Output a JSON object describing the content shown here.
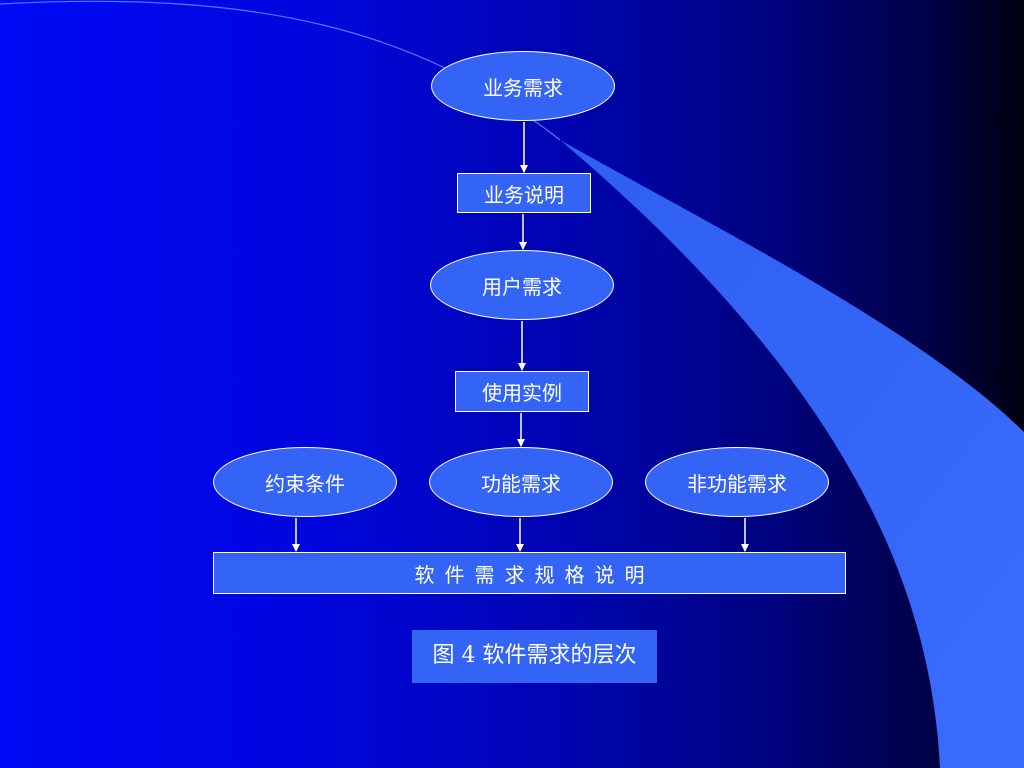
{
  "diagram": {
    "nodes": {
      "business_requirements": "业务需求",
      "business_description": "业务说明",
      "user_requirements": "用户需求",
      "use_cases": "使用实例",
      "constraints": "约束条件",
      "functional_requirements": "功能需求",
      "nonfunctional_requirements": "非功能需求",
      "srs": "软件需求规格说明"
    },
    "caption": "图 4 软件需求的层次"
  },
  "colors": {
    "node_fill": "#3464f6",
    "node_border": "#ffffff",
    "text": "#ffffff",
    "arrow": "#ffffff"
  }
}
